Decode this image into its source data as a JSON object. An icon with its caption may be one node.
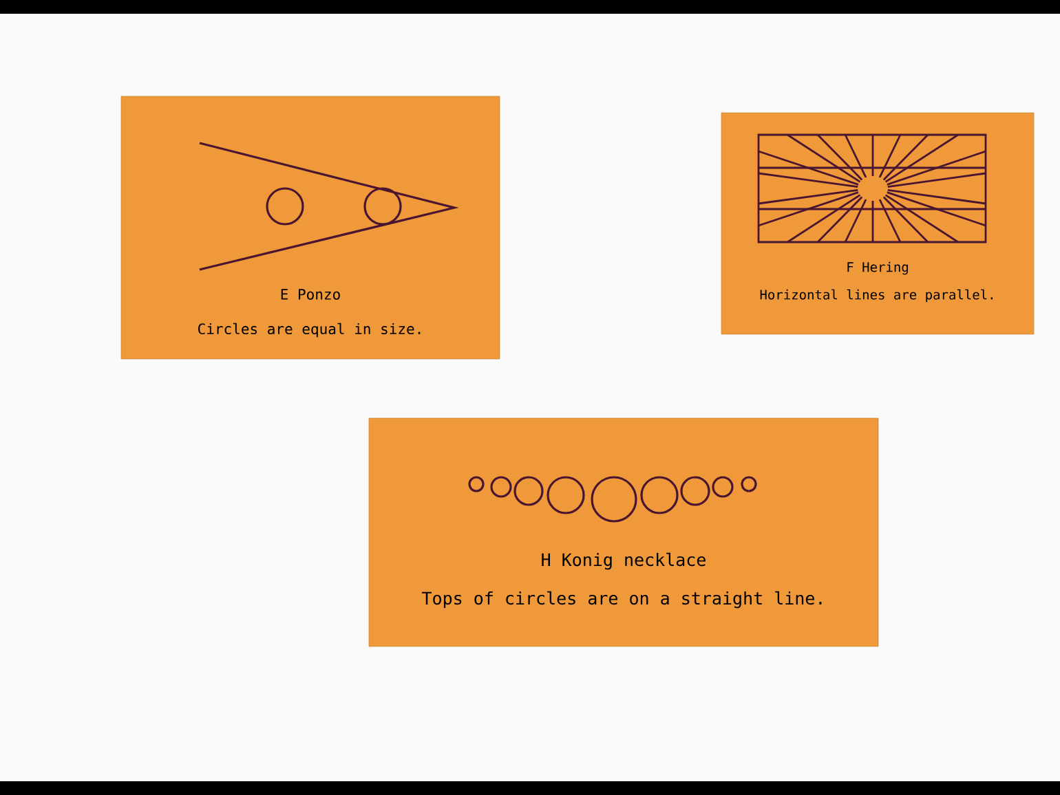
{
  "diagram": {
    "nodes": [
      {
        "text": [
          "E   Ponzo",
          "Circles are equal in size."
        ]
      },
      {
        "text": [
          "F   Hering",
          "Horizontal lines are parallel."
        ]
      },
      {
        "text": [
          "H   Konig necklace",
          "Tops of circles are on a straight line."
        ]
      }
    ]
  }
}
